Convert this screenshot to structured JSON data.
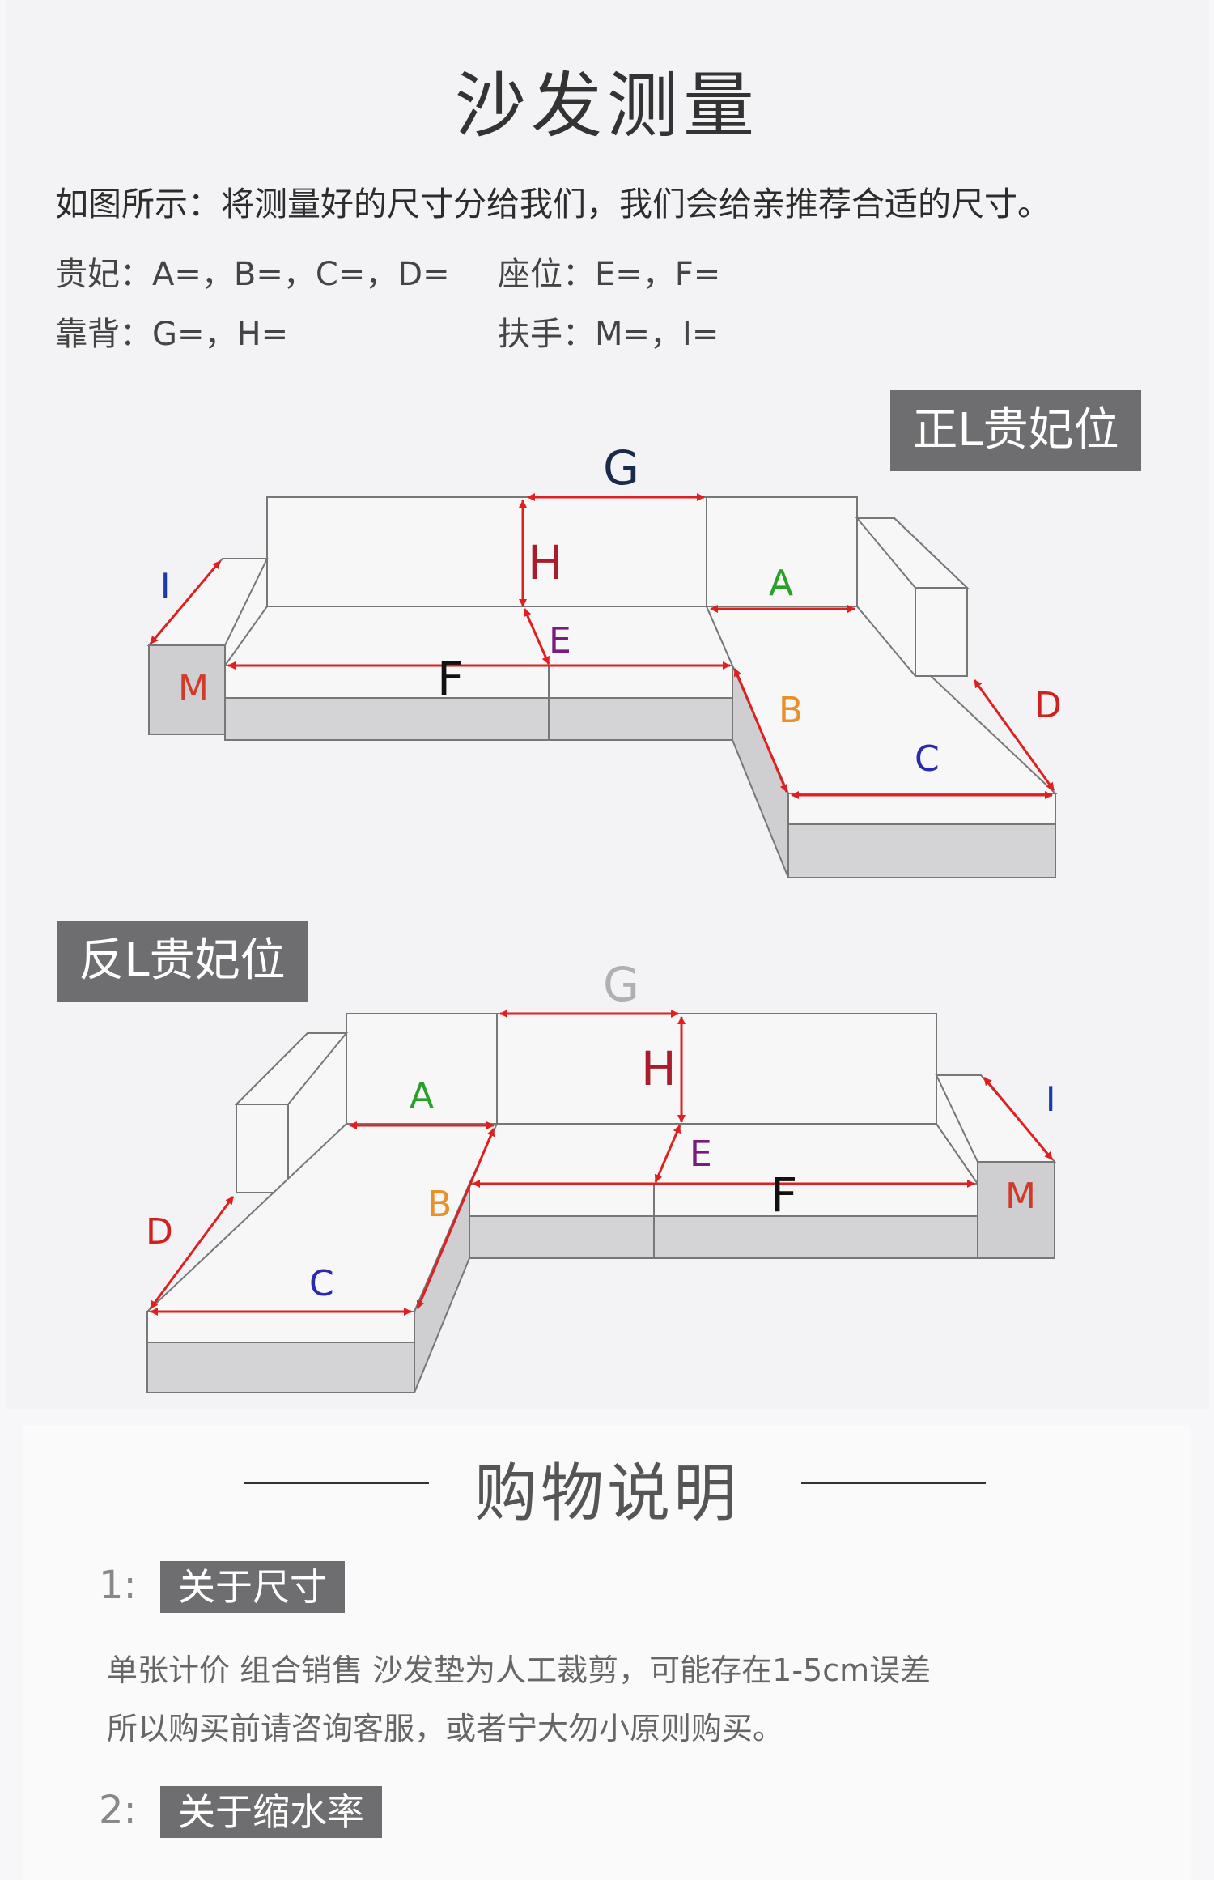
{
  "title": "沙发测量",
  "intro": "如图所示：将测量好的尺寸分给我们，我们会给亲推荐合适的尺寸。",
  "fields": {
    "chaise": "贵妃：A=，B=，C=，D=",
    "seat": "座位：E=，F=",
    "back": "靠背：G=，H=",
    "arm": "扶手：M=，I="
  },
  "diagram1": {
    "badge": "正L贵妃位",
    "labels": {
      "G": "G",
      "H": "H",
      "E": "E",
      "F": "F",
      "I": "I",
      "M": "M",
      "A": "A",
      "B": "B",
      "C": "C",
      "D": "D"
    }
  },
  "diagram2": {
    "badge": "反L贵妃位",
    "labels": {
      "G": "G",
      "H": "H",
      "E": "E",
      "F": "F",
      "I": "I",
      "M": "M",
      "A": "A",
      "B": "B",
      "C": "C",
      "D": "D"
    }
  },
  "colors": {
    "G": "#1a2a4a",
    "H": "#a81c2c",
    "E": "#7a1c7a",
    "F": "#111111",
    "I": "#1a3aa8",
    "M": "#d03a2a",
    "A": "#2aa02a",
    "B": "#e8902a",
    "C": "#2a2ab0",
    "D": "#d02020",
    "arrow": "#e02020",
    "G2": "#b0b0b0"
  },
  "shopping": {
    "title": "购物说明",
    "step1": {
      "num": "1:",
      "label": "关于尺寸",
      "line1": "单张计价   组合销售    沙发垫为人工裁剪，可能存在1-5cm误差",
      "line2": "所以购买前请咨询客服，或者宁大勿小原则购买。"
    },
    "step2": {
      "num": "2:",
      "label": "关于缩水率"
    }
  }
}
